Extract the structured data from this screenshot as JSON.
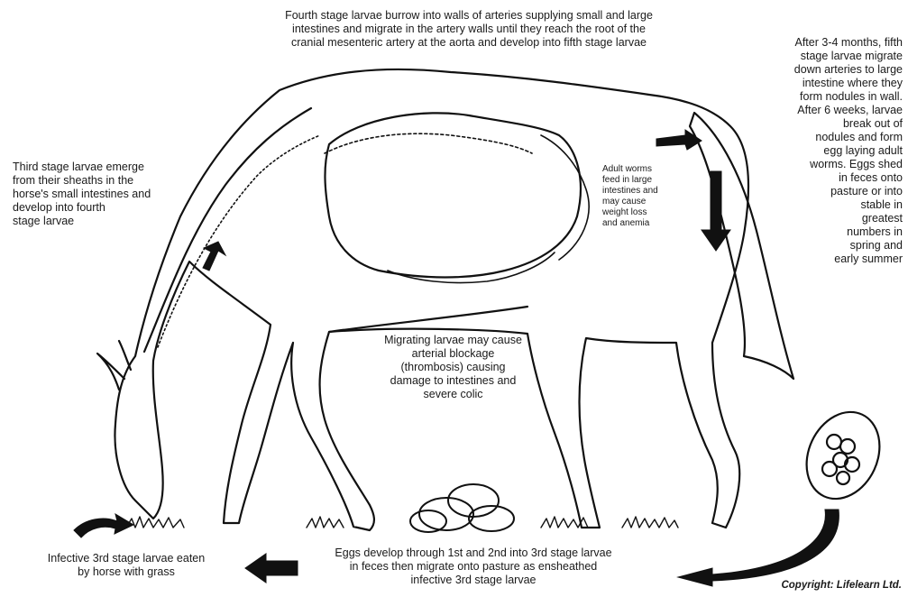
{
  "captions": {
    "top": "Fourth stage larvae burrow into walls of arteries supplying small and large\nintestines and migrate in the artery walls until they reach the root of the\ncranial mesenteric artery at the aorta and develop into fifth stage larvae",
    "right": "After 3-4 months, fifth\nstage larvae migrate\ndown arteries to large\nintestine where they\nform nodules in wall.\nAfter 6 weeks, larvae\nbreak out of\nnodules and form\negg laying adult\nworms. Eggs shed\nin feces onto\npasture or into\nstable in\ngreatest\nnumbers in\nspring and\nearly summer",
    "left": "Third stage larvae emerge\nfrom their sheaths in the\nhorse's small intestines and\ndevelop into fourth\nstage larvae",
    "adult_worms": "Adult worms\nfeed in large\nintestines and\nmay cause\nweight loss\nand anemia",
    "migrating": "Migrating larvae may cause\narterial blockage\n(thrombosis) causing\ndamage to intestines and\nsevere colic",
    "bottom_center": "Eggs develop through 1st and 2nd into 3rd stage larvae\nin feces then migrate onto pasture as ensheathed\ninfective 3rd stage larvae",
    "bottom_left": "Infective 3rd stage larvae eaten\nby horse with grass",
    "copyright": "Copyright: Lifelearn Ltd."
  }
}
